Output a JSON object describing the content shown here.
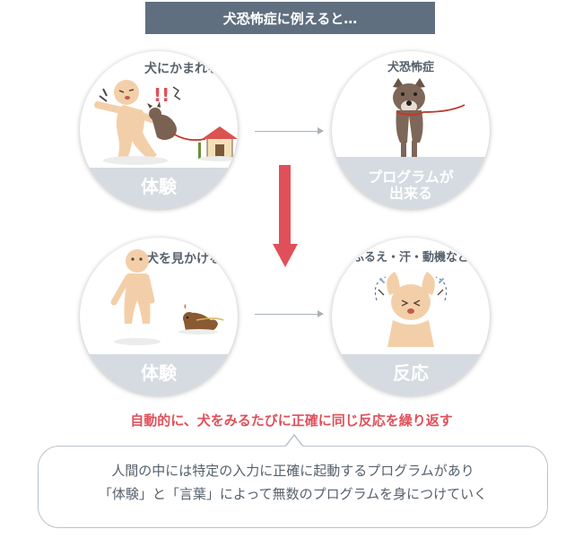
{
  "banner": "犬恐怖症に例えると…",
  "circles": {
    "top_left": {
      "label": "体験",
      "speech": "犬にかまれる",
      "exclaim": "!!"
    },
    "top_right": {
      "title": "犬恐怖症",
      "label_lines": [
        "プログラムが",
        "出来る"
      ]
    },
    "bottom_left": {
      "label": "体験",
      "speech": "犬を見かける"
    },
    "bottom_right": {
      "label": "反応",
      "speech": "ふるえ・汗・動機など"
    }
  },
  "caption": "自動的に、犬をみるたびに正確に同じ反応を繰り返す",
  "bubble": {
    "line1": "人間の中には特定の入力に正確に起動するプログラムがあり",
    "line2": "「体験」と「言葉」によって無数のプログラムを身につけていく"
  },
  "colors": {
    "banner": "#5f6f80",
    "band": "#d5dbe1",
    "red_arrow": "#e0505a",
    "caption": "#e0505a",
    "connector": "#a9b3bd"
  }
}
